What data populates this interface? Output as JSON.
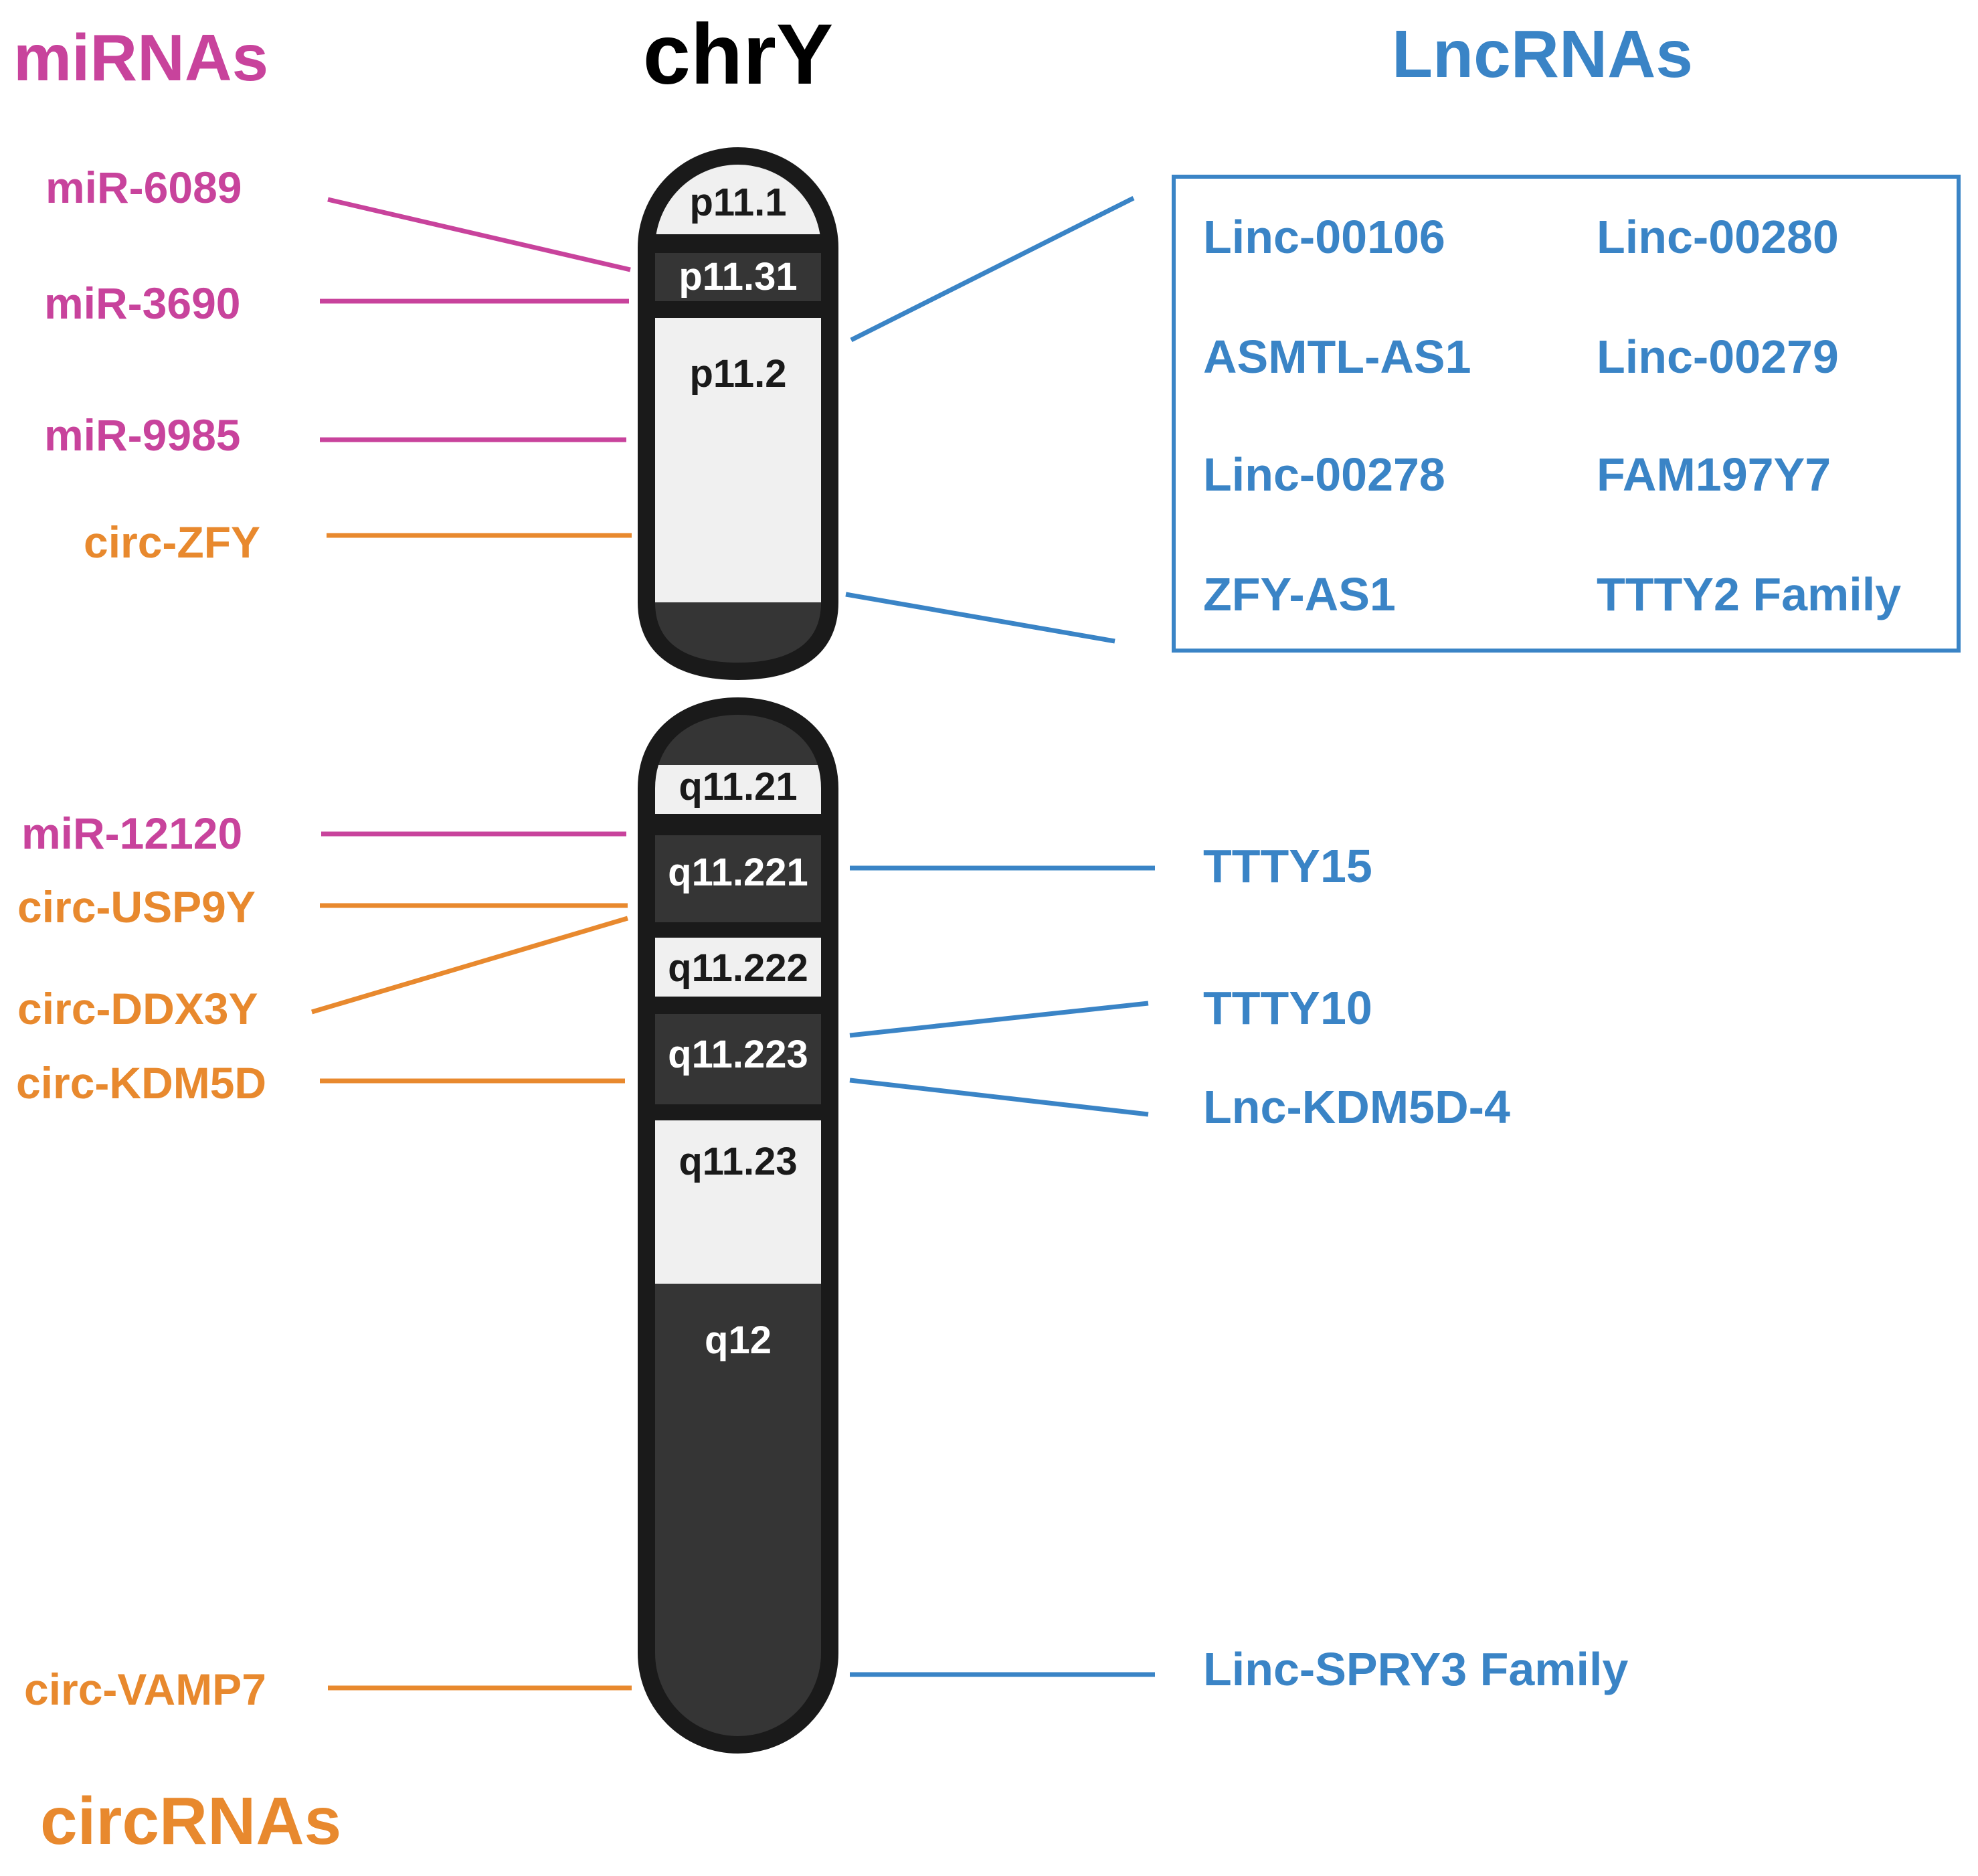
{
  "title": "chrY",
  "colors": {
    "mirna": "#C8439C",
    "circrna": "#E8892E",
    "lncrna": "#3A84C6",
    "title": "#000000",
    "chromosome_outline": "#1A1A1A",
    "band_dark": "#353535",
    "band_light": "#F0F0F0"
  },
  "categories": {
    "mirnas": "miRNAs",
    "lncrnas": "LncRNAs",
    "circrnas": "circRNAs"
  },
  "bands": {
    "p11_1": "p11.1",
    "p11_31": "p11.31",
    "p11_2": "p11.2",
    "q11_21": "q11.21",
    "q11_221": "q11.221",
    "q11_222": "q11.222",
    "q11_223": "q11.223",
    "q11_23": "q11.23",
    "q12": "q12"
  },
  "left_labels": {
    "mir_6089": "miR-6089",
    "mir_3690": "miR-3690",
    "mir_9985": "miR-9985",
    "circ_zfy": "circ-ZFY",
    "mir_12120": "miR-12120",
    "circ_usp9y": "circ-USP9Y",
    "circ_ddx3y": "circ-DDX3Y",
    "circ_kdm5d": "circ-KDM5D",
    "circ_vamp7": "circ-VAMP7"
  },
  "lnc_box": {
    "linc_00106": "Linc-00106",
    "linc_00280": "Linc-00280",
    "asmtl_as1": "ASMTL-AS1",
    "linc_00279": "Linc-00279",
    "linc_00278": "Linc-00278",
    "fam197y7": "FAM197Y7",
    "zfy_as1": "ZFY-AS1",
    "ttty2_family": "TTTY2 Family"
  },
  "right_labels": {
    "ttty15": "TTTY15",
    "ttty10": "TTTY10",
    "lnc_kdm5d_4": "Lnc-KDM5D-4",
    "linc_spry3_family": "Linc-SPRY3 Family"
  }
}
